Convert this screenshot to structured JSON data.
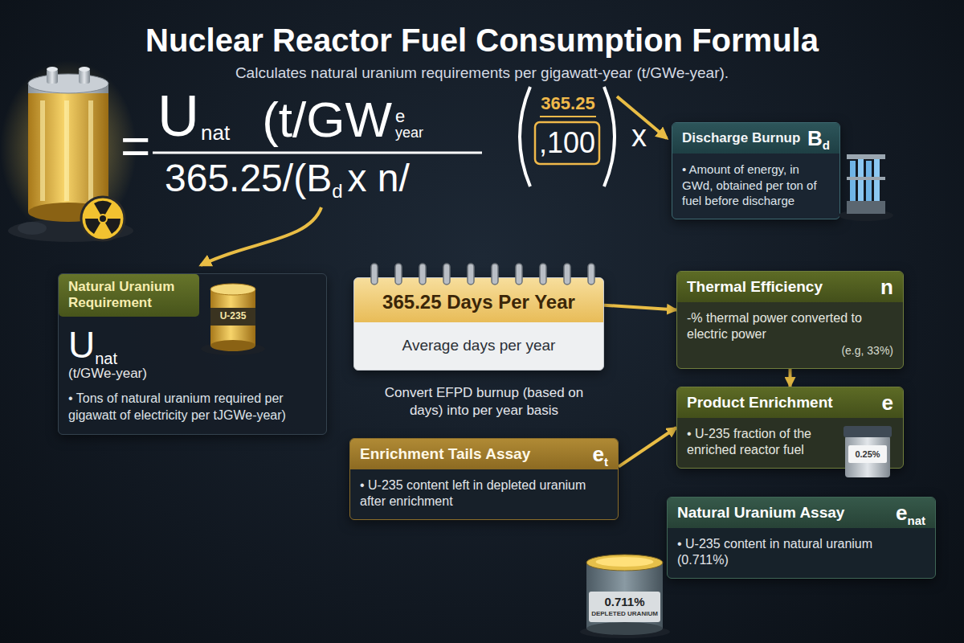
{
  "diagram": {
    "title": "Nuclear Reactor Fuel Consumption Formula",
    "nodes": [
      {
        "text": [
          "Discharge Burnup",
          "B",
          "d",
          "• Amount of energy, in GWd, obtained per ton of fuel before discharge"
        ]
      },
      {
        "text": [
          "Natural Uranium Requirement",
          "U",
          "nat",
          "(t/GWe-year)",
          "• Tons of natural uranium required per gigawatt of electricity per tJGWe-year)"
        ]
      },
      {
        "text": [
          "365.25 Days Per Year",
          "Average days per year"
        ]
      },
      {
        "text": [
          "Thermal Efficiency",
          "n",
          "-% thermal power converted to electric power",
          "(e.g, 33%)"
        ]
      },
      {
        "text": [
          "Product Enrichment",
          "e",
          "• U-235 fraction of the enriched reactor fuel"
        ]
      },
      {
        "text": [
          "Enrichment Tails Assay",
          "e",
          "t",
          "• U-235 content left in depleted uranium after enrichment"
        ]
      },
      {
        "text": [
          "Natural Uranium Assay",
          "e",
          "nat",
          "• U-235 content in natural uranium (0.711%)"
        ]
      }
    ],
    "edges": [
      {
        "from": 2,
        "to": 3,
        "arrow": "to"
      },
      {
        "from": 3,
        "to": 4,
        "arrow": "to"
      },
      {
        "from": 5,
        "to": 4,
        "arrow": "to"
      }
    ],
    "labels": [
      "Calculates natural uranium requirements per gigawatt-year (t/GWe-year).",
      "=",
      "U",
      "nat",
      "(t/GW",
      "e",
      "year",
      "365.25/(B",
      "d",
      "x n/",
      "365.25",
      ",100",
      "x",
      "Convert EFPD burnup (based on days) into per year basis",
      "U-235",
      "0.25%",
      "0.711%",
      "DEPLETED URANIUM"
    ]
  }
}
